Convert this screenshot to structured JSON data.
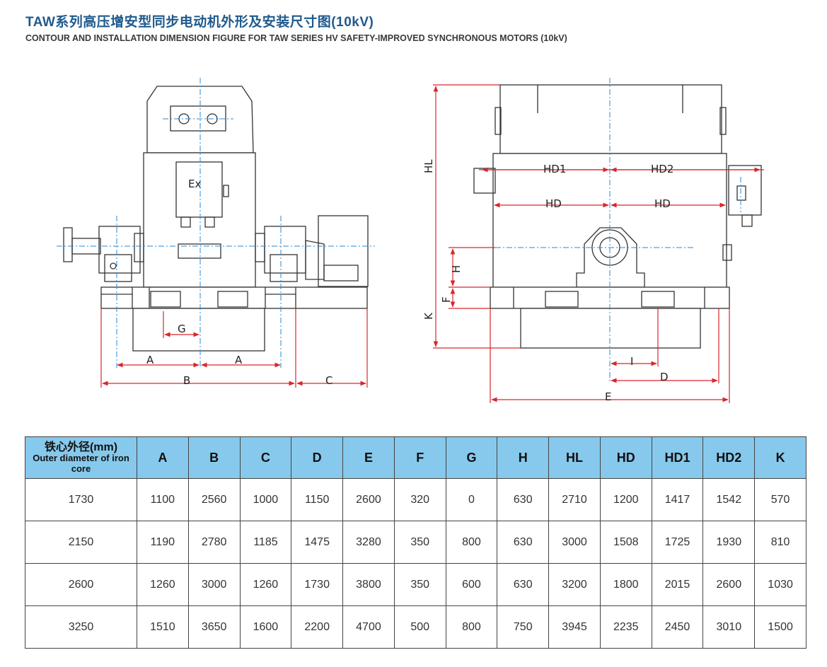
{
  "title_cn": "TAW系列高压增安型同步电动机外形及安装尺寸图(10kV)",
  "title_en": "CONTOUR AND INSTALLATION DIMENSION FIGURE FOR TAW SERIES HV SAFETY-IMPROVED SYNCHRONOUS MOTORS (10kV)",
  "drawing_labels": {
    "ex": "Ex",
    "a": "A",
    "b": "B",
    "c": "C",
    "g": "G",
    "hl": "HL",
    "hd1": "HD1",
    "hd2": "HD2",
    "hd": "HD",
    "h": "H",
    "f": "F",
    "k": "K",
    "i": "I",
    "d": "D",
    "e": "E"
  },
  "table": {
    "first_header_cn": "铁心外径(mm)",
    "first_header_en": "Outer diameter of iron core",
    "columns": [
      "A",
      "B",
      "C",
      "D",
      "E",
      "F",
      "G",
      "H",
      "HL",
      "HD",
      "HD1",
      "HD2",
      "K"
    ],
    "rows": [
      [
        "1730",
        "1100",
        "2560",
        "1000",
        "1150",
        "2600",
        "320",
        "0",
        "630",
        "2710",
        "1200",
        "1417",
        "1542",
        "570"
      ],
      [
        "2150",
        "1190",
        "2780",
        "1185",
        "1475",
        "3280",
        "350",
        "800",
        "630",
        "3000",
        "1508",
        "1725",
        "1930",
        "810"
      ],
      [
        "2600",
        "1260",
        "3000",
        "1260",
        "1730",
        "3800",
        "350",
        "600",
        "630",
        "3200",
        "1800",
        "2015",
        "2600",
        "1030"
      ],
      [
        "3250",
        "1510",
        "3650",
        "1600",
        "2200",
        "4700",
        "500",
        "800",
        "750",
        "3945",
        "2235",
        "2450",
        "3010",
        "1500"
      ]
    ]
  },
  "colors": {
    "header_bg": "#87c9ec",
    "title_blue": "#1f5a8c",
    "dim_red": "#d9262c",
    "center_blue": "#2a8ad4"
  }
}
